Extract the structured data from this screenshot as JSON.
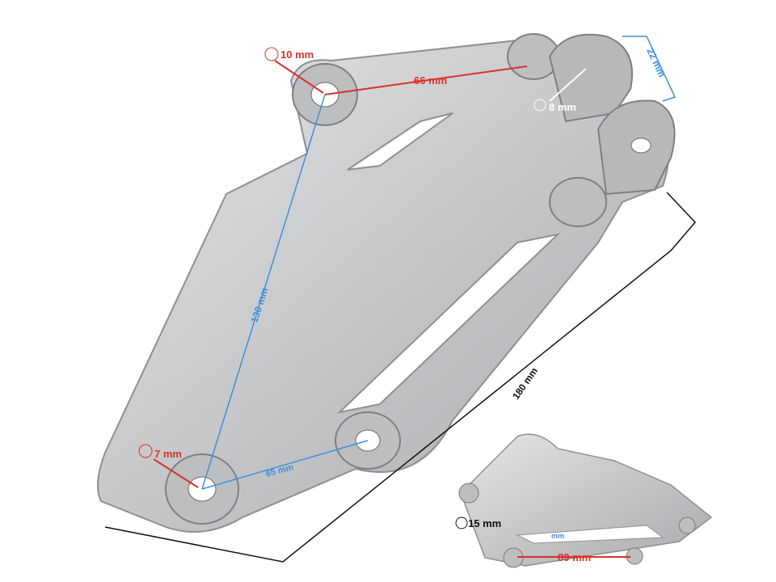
{
  "dimensions": {
    "main_hole_top": "10 mm",
    "top_span": "66 mm",
    "tab_hole": "8 mm",
    "tab_width": "22 mm",
    "vertical_span": "130 mm",
    "overall_length": "180 mm",
    "main_hole_bottom": "7 mm",
    "bottom_span": "65 mm",
    "inset_hole": "15 mm",
    "inset_blue": "mm",
    "inset_span": "89 mm"
  },
  "colors": {
    "metal": "#c9cacc",
    "red_annotation": "#d9322a",
    "blue_annotation": "#3f8fdc"
  }
}
